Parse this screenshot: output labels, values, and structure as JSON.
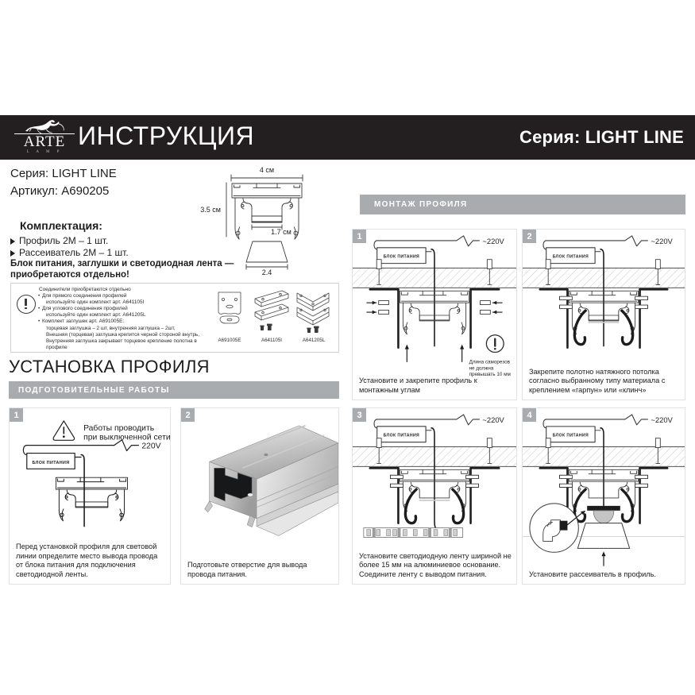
{
  "header": {
    "logo_word": "ARTE",
    "logo_sub": "L A M P",
    "logo_icon": "griffin-logo-icon",
    "title": "ИНСТРУКЦИЯ",
    "series_label": "Серия: LIGHT LINE"
  },
  "product": {
    "series_line": "Серия: LIGHT LINE",
    "article_line": "Артикул: A690205",
    "kit_title": "Комплектация:",
    "kit_items": [
      "Профиль 2М – 1 шт.",
      "Рассеиватель 2М – 1 шт."
    ],
    "notice_bold_line1": "Блок питания, заглушки и светодиодная лента —",
    "notice_bold_line2": "приобретаются отдельно!"
  },
  "cross_section": {
    "width_label": "4 см",
    "height_label": "3.5 см",
    "inner_label": "1.7 см",
    "base_label": "2.4"
  },
  "connector_note": {
    "icon": "exclamation-circle-icon",
    "lines": [
      "Соединители приобретаются отдельно",
      "Для прямого соединения профилей",
      "используйте один комплект арт. A641105I",
      "Для углового соединения профилей",
      "используйте один комплект арт. A641205L",
      "Комплект заглушек  арт. A691005E:",
      "торцевая заглушка – 2 шт, внутренняя заглушка – 2шт,",
      "Внешняя (торцевая) заглушка крепится черной стороной внутрь,",
      "Внутренняя заглушка закрывает торцевое крепление полотна в профиле"
    ],
    "items": [
      {
        "code": "A691005E",
        "icon": "end-cap-icon"
      },
      {
        "code": "A641105I",
        "icon": "straight-connector-icon"
      },
      {
        "code": "A641205L",
        "icon": "corner-connector-icon"
      }
    ]
  },
  "sections": {
    "install_title": "УСТАНОВКА ПРОФИЛЯ",
    "prep_bar": "ПОДГОТОВИТЕЛЬНЫЕ РАБОТЫ",
    "mount_bar": "МОНТАЖ ПРОФИЛЯ"
  },
  "prep_steps": [
    {
      "number": "1",
      "warning_icon": "warning-triangle-icon",
      "warning_line1": "Работы проводить",
      "warning_line2": "при выключенной сети",
      "voltage": "220V",
      "psu_label": "БЛОК ПИТАНИЯ",
      "caption": "Перед установкой профиля для световой линии определите место вывода провода от блока питания для подключения светодиодной ленты."
    },
    {
      "number": "2",
      "caption": "Подготовьте отверстие для вывода провода питания."
    }
  ],
  "mount_steps": [
    {
      "number": "1",
      "voltage": "~220V",
      "psu_label": "БЛОК ПИТАНИЯ",
      "note_icon": "exclamation-circle-icon",
      "note_line1": "Длина саморезов",
      "note_line2": "не должна",
      "note_line3": "превышать 10 мм",
      "caption": "Установите и закрепите профиль к монтажным углам"
    },
    {
      "number": "2",
      "voltage": "~220V",
      "psu_label": "БЛОК ПИТАНИЯ",
      "caption": "Закрепите полотно натяжного потолка согласно выбранному типу материала с креплением «гарпун» или «клинч»"
    },
    {
      "number": "3",
      "voltage": "~220V",
      "psu_label": "БЛОК ПИТАНИЯ",
      "caption": "Установите светодиодную ленту шириной не более 15 мм на алюминиевое основание. Соедините ленту с выводом питания."
    },
    {
      "number": "4",
      "voltage": "~220V",
      "psu_label": "БЛОК ПИТАНИЯ",
      "caption": "Установите рассеиватель в профиль."
    }
  ],
  "colors": {
    "header_bg": "#231f20",
    "bar_bg": "#a9acae",
    "panel_border": "#e2e2e2",
    "text": "#1d1d1d"
  }
}
